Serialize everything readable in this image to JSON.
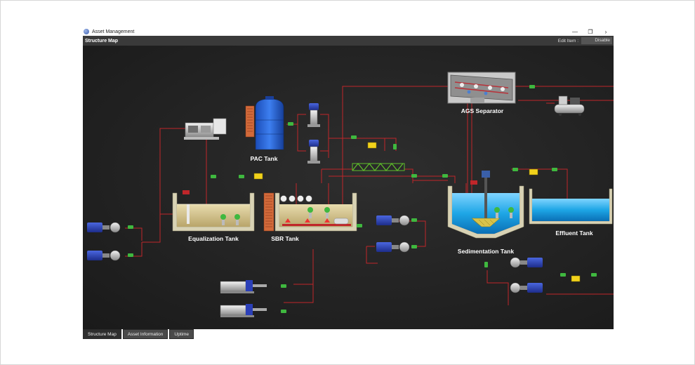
{
  "window": {
    "title": "Asset Management",
    "controls": {
      "minimize": "—",
      "restore": "❐",
      "close": "›"
    }
  },
  "header": {
    "panel_title": "Structure Map",
    "edit_label": "Edit Item :",
    "edit_value": "Disable"
  },
  "diagram": {
    "labels": {
      "ags": "AGS Separator",
      "pac": "PAC Tank",
      "equalization": "Equalization Tank",
      "sbr": "SBR Tank",
      "sedimentation": "Sedimentation Tank",
      "effluent": "Effluent Tank"
    }
  },
  "tabs": [
    {
      "label": "Structure Map",
      "active": true
    },
    {
      "label": "Asset Information",
      "active": false
    },
    {
      "label": "Uptime",
      "active": false
    }
  ],
  "colors": {
    "pipe": "#c0262a",
    "valve": "#3fb83f",
    "pump": "#2b3fb8",
    "water": "#1ea6e6",
    "tank": "#d8d2b4",
    "canvas": "#242424"
  }
}
